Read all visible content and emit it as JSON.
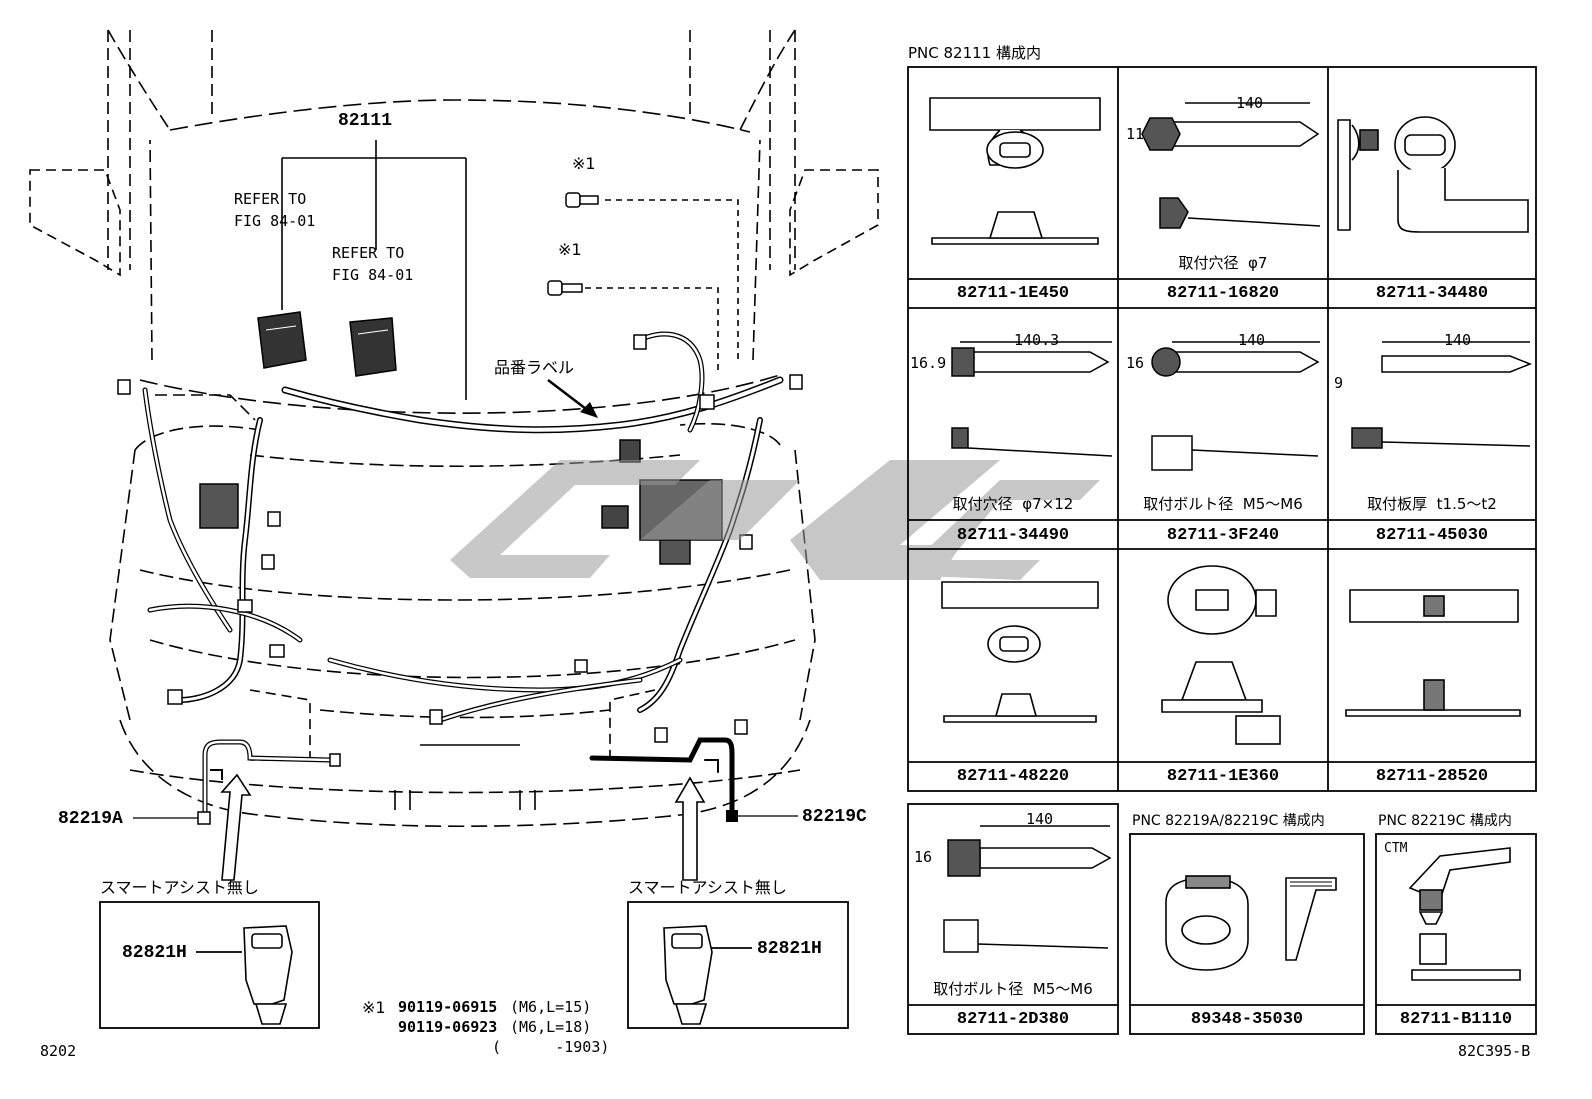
{
  "main_part": "82111",
  "refer_1": [
    "REFER TO",
    "FIG 84-01"
  ],
  "refer_2": [
    "REFER TO",
    "FIG 84-01"
  ],
  "note_mark": "※1",
  "label_tag": "品番ラベル",
  "left_harness": "82219A",
  "right_harness": "82219C",
  "smart_assist": "スマートアシスト無し",
  "sensor_part": "82821H",
  "footnote_bolts": [
    {
      "part": "90119-06915",
      "spec": "(M6,L=15)"
    },
    {
      "part": "90119-06923",
      "spec": "(M6,L=18)"
    },
    {
      "part": "",
      "spec": "(      -1903)"
    }
  ],
  "page_number": "8202",
  "figure_code": "82C395-B",
  "group_header_main": "PNC 82111 構成内",
  "group_header_a": "PNC 82219A/82219C 構成内",
  "group_header_c": "PNC 82219C 構成内",
  "ctm_label": "CTM",
  "cells": [
    {
      "part": "82711-1E450",
      "note": "",
      "dim": ""
    },
    {
      "part": "82711-16820",
      "note": "取付穴径  φ7",
      "dim": "140",
      "dim2": "11"
    },
    {
      "part": "82711-34480",
      "note": "",
      "dim": ""
    },
    {
      "part": "82711-34490",
      "note": "取付穴径  φ7×12",
      "dim": "140.3",
      "dim2": "16.9"
    },
    {
      "part": "82711-3F240",
      "note": "取付ボルト径  M5～M6",
      "dim": "140",
      "dim2": "16"
    },
    {
      "part": "82711-45030",
      "note": "取付板厚  t1.5～t2",
      "dim": "140",
      "dim2": "9"
    },
    {
      "part": "82711-48220",
      "note": "",
      "dim": ""
    },
    {
      "part": "82711-1E360",
      "note": "",
      "dim": ""
    },
    {
      "part": "82711-28520",
      "note": "",
      "dim": ""
    },
    {
      "part": "82711-2D380",
      "note": "取付ボルト径  M5～M6",
      "dim": "140",
      "dim2": "16"
    },
    {
      "part": "89348-35030",
      "note": "",
      "dim": ""
    },
    {
      "part": "82711-B1110",
      "note": "",
      "dim": ""
    }
  ]
}
